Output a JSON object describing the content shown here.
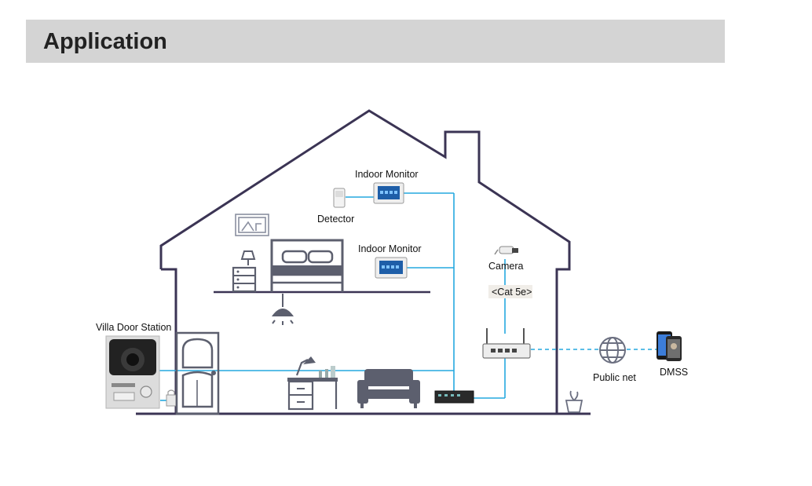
{
  "header": {
    "title": "Application"
  },
  "labels": {
    "indoor_monitor_top": "Indoor Monitor",
    "indoor_monitor_bottom": "Indoor Monitor",
    "detector": "Detector",
    "camera": "Camera",
    "cable": "<Cat 5e>",
    "villa_door_station": "Villa Door Station",
    "public_net": "Public net",
    "dmss": "DMSS"
  },
  "colors": {
    "house_outline": "#3b3454",
    "cable": "#25a9df",
    "header_bg": "#d4d4d4",
    "furniture": "#5c5f6e"
  },
  "icons": [
    "detector-icon",
    "indoor-monitor-icon",
    "camera-icon",
    "picture-frame-icon",
    "nightstand-icon",
    "bed-icon",
    "ceiling-lamp-icon",
    "door-icon",
    "villa-door-station-icon",
    "desk-icon",
    "sofa-icon",
    "switch-icon",
    "router-icon",
    "globe-icon",
    "smartphone-icon",
    "plant-icon",
    "lock-icon"
  ]
}
